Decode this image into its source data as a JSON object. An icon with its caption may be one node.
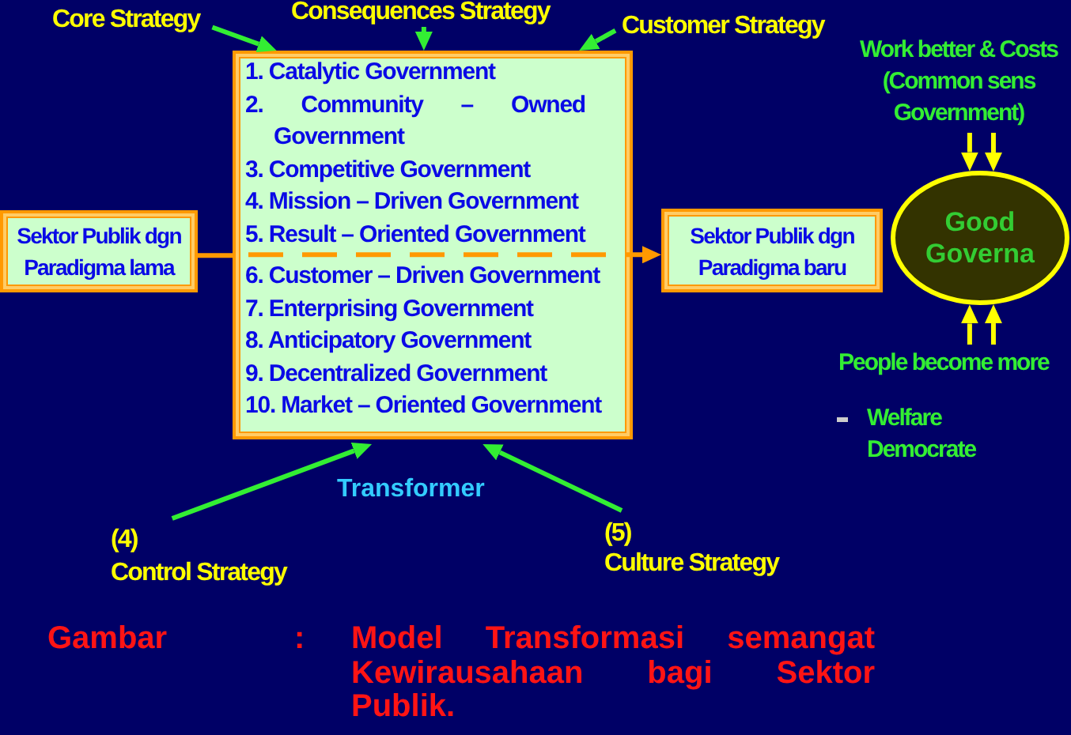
{
  "diagram": {
    "nodes": [
      {
        "text": [
          "Core Strategy"
        ]
      },
      {
        "text": [
          "Consequences Strategy"
        ]
      },
      {
        "text": [
          "Customer Strategy"
        ]
      },
      {
        "text": [
          "Work better & Costs (Common sens Government)"
        ]
      },
      {
        "text": [
          "1. Catalytic Government",
          "2. Community – Owned Government",
          "3. Competitive Government",
          "4. Mission – Driven Government",
          "5. Result – Oriented Government",
          "6. Customer – Driven Government",
          "7. Enterprising Government",
          "8. Anticipatory Government",
          "9. Decentralized Government",
          "10. Market – Oriented Government"
        ]
      },
      {
        "text": [
          "Sektor Publik dgn Paradigma lama"
        ]
      },
      {
        "text": [
          "Sektor Publik dgn Paradigma baru"
        ]
      },
      {
        "text": [
          "Good Governa"
        ]
      },
      {
        "text": [
          "People become more"
        ]
      },
      {
        "text": [
          "(4)",
          "Control Strategy"
        ]
      },
      {
        "text": [
          "(5)",
          "Culture Strategy"
        ]
      }
    ],
    "edges": [
      {
        "from": 0,
        "to": 4,
        "arrow": "to"
      },
      {
        "from": 1,
        "to": 4,
        "arrow": "to"
      },
      {
        "from": 2,
        "to": 4,
        "arrow": "to"
      },
      {
        "from": 3,
        "to": 7,
        "arrow": "to",
        "color": "#ffff00"
      },
      {
        "from": 3,
        "to": 7,
        "arrow": "to",
        "color": "#ffff00"
      },
      {
        "from": 5,
        "to": 4,
        "arrow": "none",
        "color": "#ff9900"
      },
      {
        "from": 4,
        "to": 6,
        "arrow": "to",
        "style": "dashed",
        "color": "#ff9900"
      },
      {
        "from": 8,
        "to": 7,
        "arrow": "to",
        "color": "#ffff00"
      },
      {
        "from": 8,
        "to": 7,
        "arrow": "to",
        "color": "#ffff00"
      },
      {
        "from": 9,
        "to": 4,
        "arrow": "to"
      },
      {
        "from": 10,
        "to": 4,
        "arrow": "to"
      }
    ],
    "labels": [
      "Welfare Democrate",
      "Transformer",
      "Gambar",
      ":",
      "Model Transformasi semangat Kewirausahaan bagi Sektor Publik."
    ]
  }
}
